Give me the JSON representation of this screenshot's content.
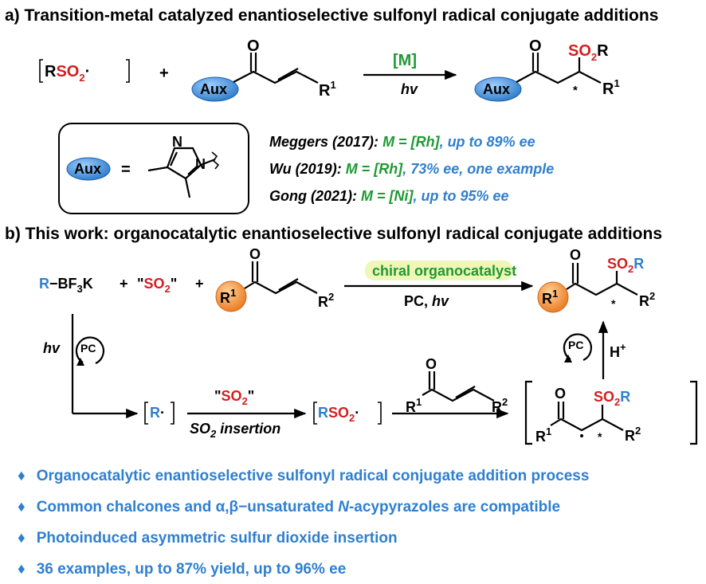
{
  "colors": {
    "red": "#d21f1f",
    "blue": "#2f7fd0",
    "green": "#1f9a32",
    "highlight": "#eef6b8",
    "orange": "#f2923c"
  },
  "section_a": {
    "title": "a) Transition-metal catalyzed enantioselective sulfonyl radical conjugate additions",
    "reagent_R": "R",
    "reagent_SO": "SO",
    "sub_2": "2",
    "dot": "·",
    "plus": "+",
    "carbonyl_O": "O",
    "aux": "Aux",
    "sup_1": "1",
    "catalyst": "[M]",
    "hv": "hv",
    "product_SO": "SO",
    "product_R": "R",
    "star": "*",
    "aux_box_equals": "=",
    "pyrazole_N1": "N",
    "pyrazole_N2": "N",
    "refs": [
      {
        "author": "Meggers (2017): ",
        "metal": "M = [Rh]",
        "detail": ", up to 89% ee"
      },
      {
        "author": "Wu (2019):  ",
        "metal": "M = [Rh]",
        "detail": ", 73% ee, one example"
      },
      {
        "author": "Gong (2021): ",
        "metal": "M = [Ni]",
        "detail": ", up to 95% ee"
      }
    ]
  },
  "section_b": {
    "title": "b) This work: organocatalytic enantioselective sulfonyl radical conjugate additions",
    "R": "R",
    "bf3k_a": "−BF",
    "bf3k_sub": "3",
    "bf3k_b": "K",
    "plus": "+",
    "so2_quote_open": "\"",
    "so2_label": "SO",
    "so2_quote_close": "\"",
    "sub_2": "2",
    "carbonyl_O": "O",
    "R1": "R",
    "R2": "R",
    "sup_1": "1",
    "sup_2": "2",
    "catalyst": "chiral organocatalyst",
    "conditions": "PC, hv",
    "product_SO": "SO",
    "product_R": "R",
    "star": "*",
    "hv": "hv",
    "pc": "PC",
    "h_plus": "H",
    "plus_sup": "+",
    "radical_R": "R",
    "dot": "·",
    "insertion_so2": "SO",
    "insertion_text": " insertion",
    "rso2_R": "R",
    "rso2_SO": "SO"
  },
  "bullets": [
    {
      "text": "Organocatalytic enantioselective sulfonyl radical conjugate addition process"
    },
    {
      "pre": "Common chalcones and ",
      "greek": "α,β−unsaturated ",
      "italic": "N",
      "post": "-acypyrazoles are compatible"
    },
    {
      "text": "Photoinduced asymmetric sulfur dioxide insertion"
    },
    {
      "text": "36 examples, up to 87% yield, up to 96% ee"
    }
  ],
  "bullet_symbol": "♦"
}
